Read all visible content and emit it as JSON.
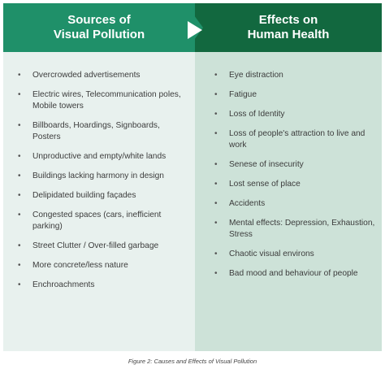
{
  "header": {
    "left_title_line1": "Sources of",
    "left_title_line2": "Visual Pollution",
    "right_title_line1": "Effects on",
    "right_title_line2": "Human Health"
  },
  "sources": [
    "Overcrowded advertisements",
    "Electric wires, Telecommunication poles, Mobile towers",
    "Billboards, Hoardings, Signboards, Posters",
    "Unproductive and empty/white lands",
    "Buildings lacking harmony in design",
    "Delipidated building façades",
    "Congested spaces (cars, inefficient parking)",
    "Street Clutter / Over-filled garbage",
    "More concrete/less nature",
    "Enchroachments"
  ],
  "effects": [
    "Eye distraction",
    "Fatigue",
    "Loss of Identity",
    "Loss of people's attraction to live and work",
    "Senese of insecurity",
    "Lost sense of place",
    "Accidents",
    "Mental effects: Depression, Exhaustion, Stress",
    "Chaotic visual environs",
    "Bad mood and behaviour of people"
  ],
  "bullet": "•",
  "caption": "Figure 2: Causes and Effects of Visual Pollution",
  "colors": {
    "left_header": "#1f9069",
    "right_header": "#12683f",
    "left_body": "#e8f1ee",
    "right_body": "#cde2d8"
  }
}
